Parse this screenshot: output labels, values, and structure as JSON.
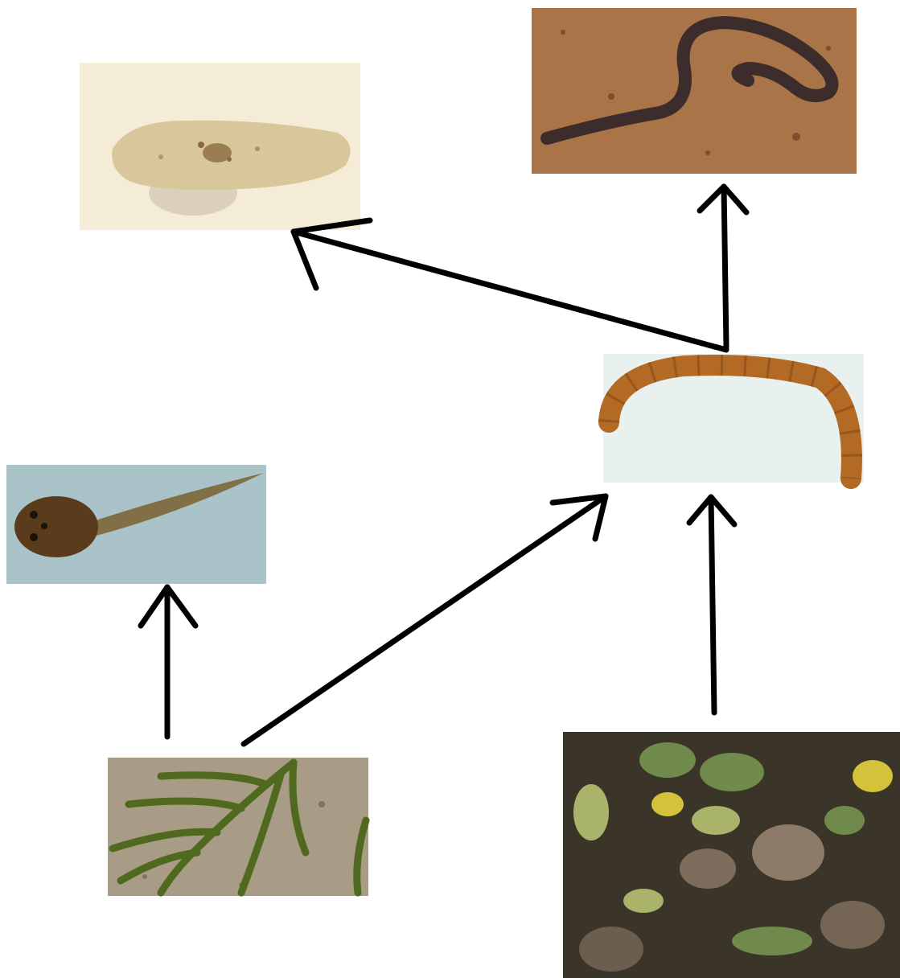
{
  "diagram": {
    "type": "food-web",
    "arrow_color": "#000000",
    "background": "#ffffff",
    "organisms": [
      {
        "id": "planarian",
        "icon": "planarian-photo",
        "colors": {
          "bg": "#f4ecd6",
          "body": "#d9c79c",
          "spots": "#8a6a3e",
          "shadow": "#c9bea5"
        }
      },
      {
        "id": "worm",
        "icon": "earthworm-photo",
        "colors": {
          "bg": "#a87448",
          "body": "#3d2c2c",
          "speck": "#7d4f2e"
        }
      },
      {
        "id": "larva",
        "icon": "larva-photo",
        "colors": {
          "bg": "#e9f1ef",
          "body": "#b26a25",
          "seg": "#8c4f18"
        }
      },
      {
        "id": "tadpole",
        "icon": "tadpole-photo",
        "colors": {
          "bg": "#a9c3c8",
          "body": "#5a3c1c",
          "tail": "#7a6030"
        }
      },
      {
        "id": "algae",
        "icon": "aquatic-plant-photo",
        "colors": {
          "bg": "#a99c86",
          "plant": "#4f6a1e",
          "speck": "#7d7564"
        }
      },
      {
        "id": "leaves",
        "icon": "leaf-litter-photo",
        "colors": {
          "bg": "#3a3528",
          "leaf": "#6f8a4a",
          "leaf2": "#a9b36a",
          "stone": "#8d7a68",
          "yellow": "#d4c23a"
        }
      }
    ],
    "arrows": [
      {
        "from": "larva",
        "to": "planarian"
      },
      {
        "from": "larva",
        "to": "worm"
      },
      {
        "from": "algae",
        "to": "tadpole"
      },
      {
        "from": "algae",
        "to": "larva"
      },
      {
        "from": "leaves",
        "to": "larva"
      }
    ]
  }
}
